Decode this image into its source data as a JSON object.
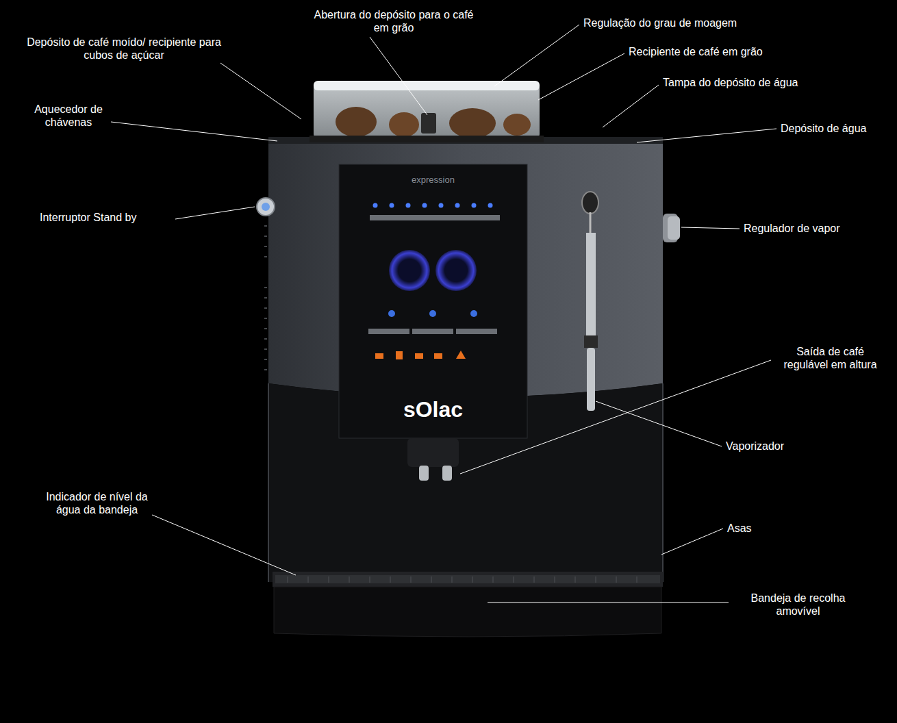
{
  "diagram": {
    "labels": [
      "Abertura do depósito para o café em grão",
      "Regulação do grau de moagem",
      "Recipiente de café em grão",
      "Depósito de café moído/ recipiente para cubos de açúcar",
      "Tampa do depósito de água",
      "Aquecedor de chávenas",
      "Depósito de água",
      "Interruptor Stand by",
      "Regulador de vapor",
      "Saída de café regulável em altura",
      "Vaporizador",
      "Indicador de nível da água da bandeja",
      "Asas",
      "Bandeja de recolha amovível",
      "expression",
      "sOlac"
    ]
  }
}
